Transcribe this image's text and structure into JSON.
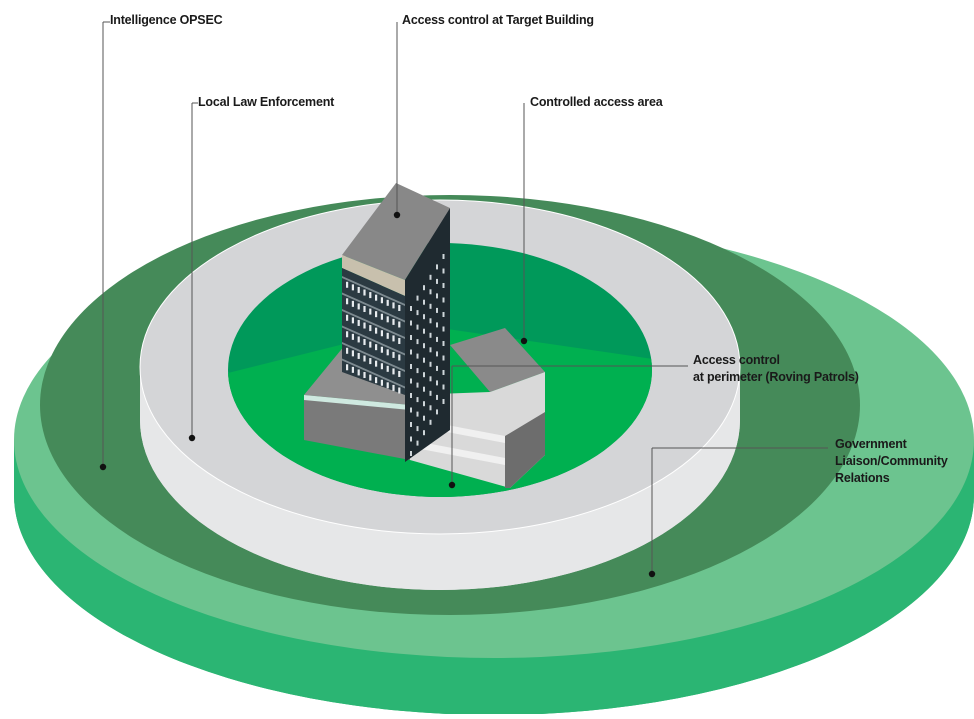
{
  "colors": {
    "outer_ring_top": "#6cc48f",
    "outer_ring_side": "#2bb573",
    "mid_ring_top": "#458a59",
    "gray_ring_top": "#d4d5d7",
    "gray_ring_side": "#e6e7e8",
    "inner_green_far": "#00995a",
    "inner_green_near": "#00b050",
    "building_gray": "#888888",
    "building_dark": "#1f2a30",
    "line_color": "#555555"
  },
  "labels": {
    "intelligence_opsec": "Intelligence OPSEC",
    "access_control_target": "Access control at Target Building",
    "local_law_enforcement": "Local  Law Enforcement",
    "controlled_access_area": "Controlled access area",
    "access_control_perimeter": [
      "Access control",
      "at perimeter (Roving Patrols)"
    ],
    "government_liaison": [
      "Government",
      "Liaison/Community",
      "Relations"
    ]
  }
}
